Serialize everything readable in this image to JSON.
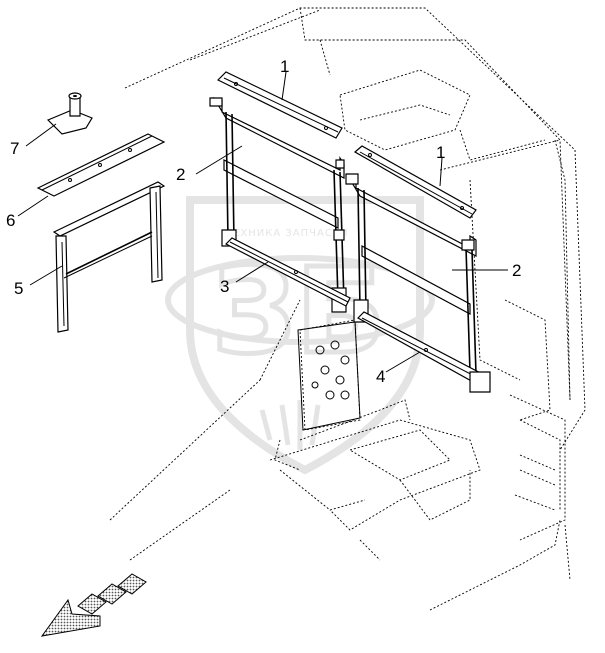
{
  "callouts": [
    {
      "id": "c1a",
      "label": "1"
    },
    {
      "id": "c1b",
      "label": "1"
    },
    {
      "id": "c2a",
      "label": "2"
    },
    {
      "id": "c2b",
      "label": "2"
    },
    {
      "id": "c3",
      "label": "3"
    },
    {
      "id": "c4",
      "label": "4"
    },
    {
      "id": "c5",
      "label": "5"
    },
    {
      "id": "c6",
      "label": "6"
    },
    {
      "id": "c7",
      "label": "7"
    }
  ],
  "watermark": {
    "logo_text": "ЗБ",
    "ring_text": "ТЕХНИКА  ЗАПЧАСТИ",
    "color": "#d4d4d4"
  },
  "direction_arrow": {
    "icon": "direction-arrow-icon",
    "fill": "#9a9a9a"
  }
}
